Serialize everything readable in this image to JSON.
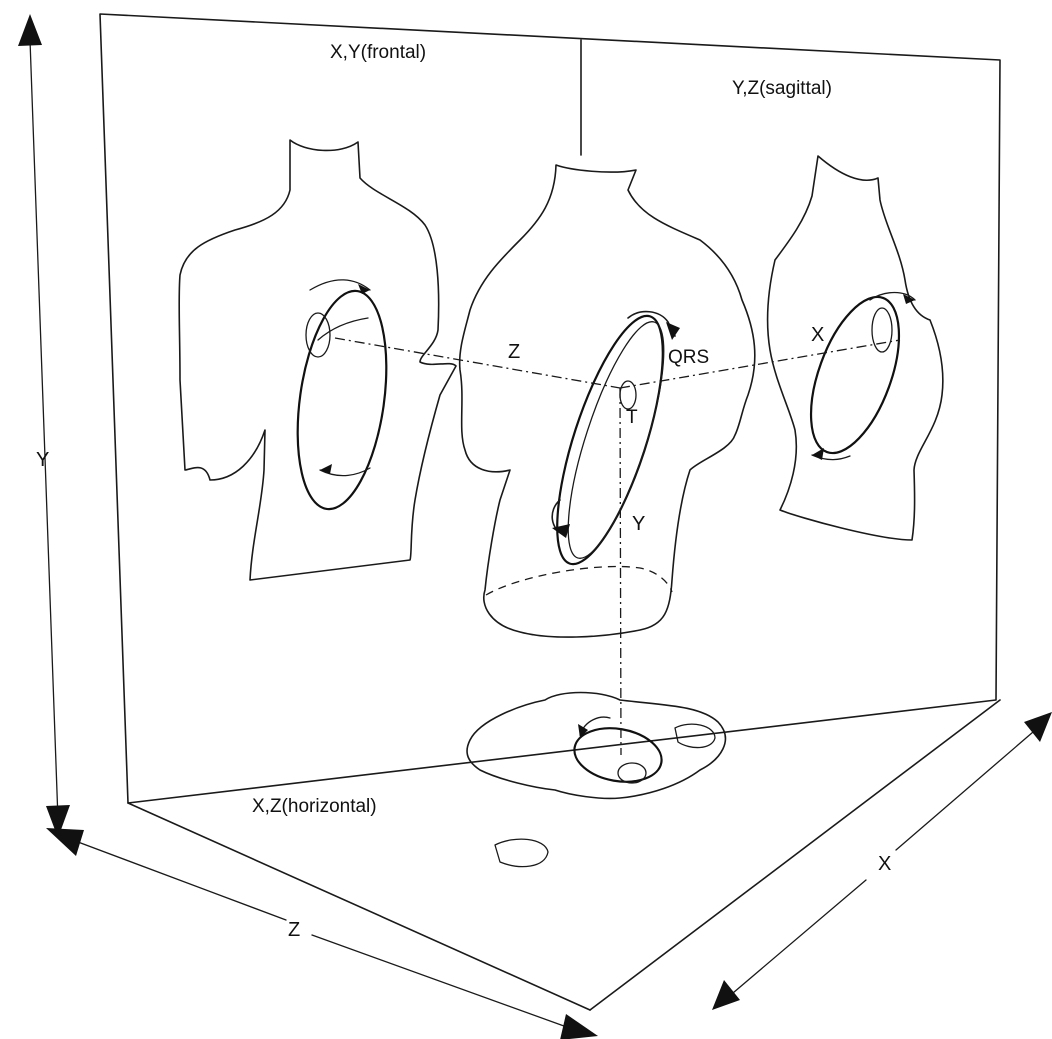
{
  "labels": {
    "frontal_plane": "X,Y(frontal)",
    "sagittal_plane": "Y,Z(sagittal)",
    "horizontal_plane": "X,Z(horizontal)",
    "axis_y_outer": "Y",
    "axis_z_outer": "Z",
    "axis_x_outer": "X",
    "axis_z_inner": "Z",
    "axis_x_inner": "X",
    "axis_y_inner": "Y",
    "qrs": "QRS",
    "t_wave": "T"
  }
}
